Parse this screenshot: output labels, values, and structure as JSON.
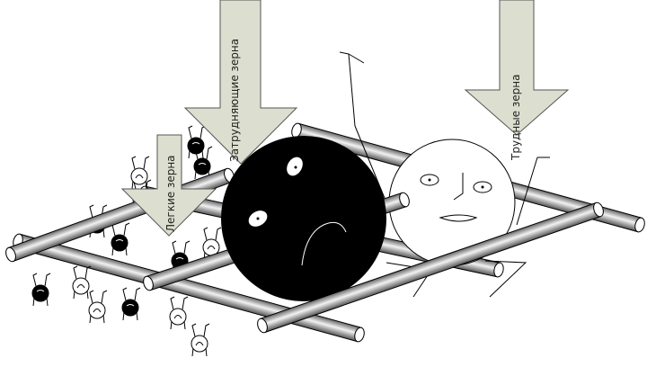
{
  "labels": {
    "hindering": "Затрудняющие зерна",
    "easy": "Легкие зерна",
    "hard": "Трудные зерна"
  },
  "colors": {
    "arrow_fill": "#dcdfcf",
    "arrow_stroke": "#555555",
    "rod": "#9a9a9a",
    "ball": "#000000"
  }
}
